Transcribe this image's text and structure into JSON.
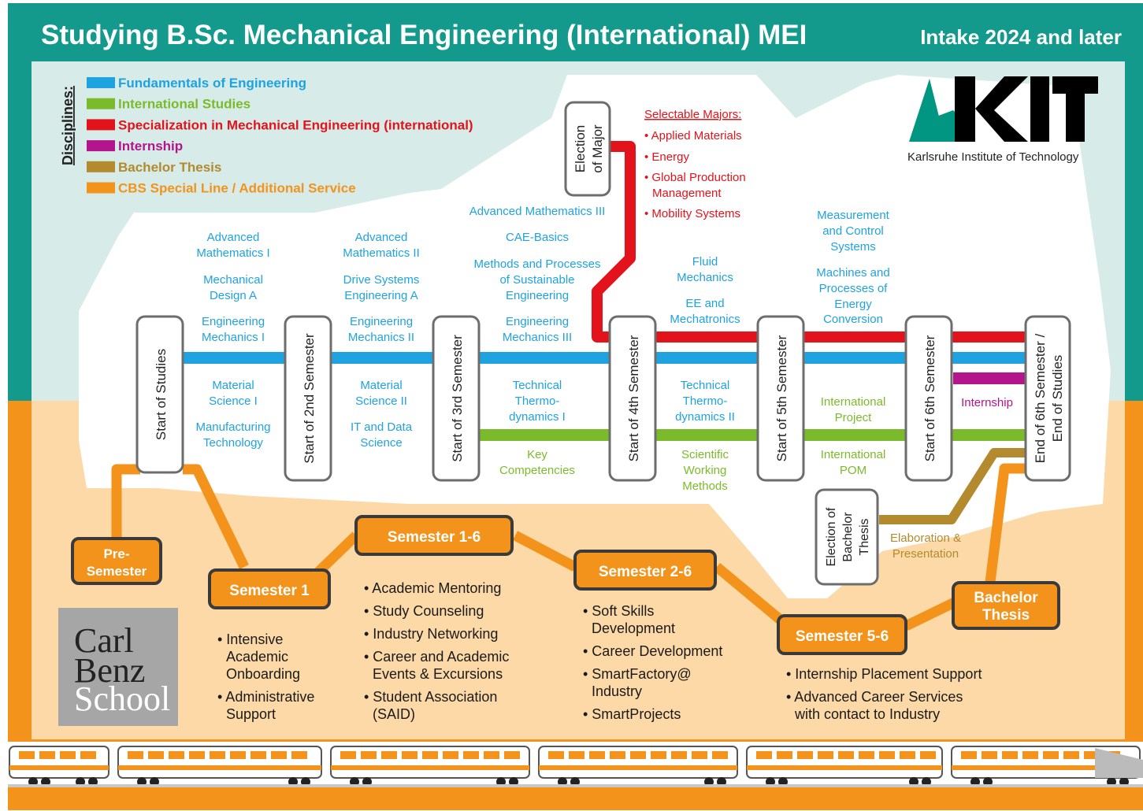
{
  "header": {
    "title": "Studying B.Sc. Mechanical Engineering (International) MEI",
    "intake": "Intake 2024 and later"
  },
  "legend": {
    "heading": "Disciplines:",
    "items": [
      {
        "label": "Fundamentals of Engineering",
        "color": "#1fa3e0"
      },
      {
        "label": "International Studies",
        "color": "#7bbb2b"
      },
      {
        "label": "Specialization in Mechanical Engineering (international)",
        "color": "#e3131b"
      },
      {
        "label": "Internship",
        "color": "#b5158c"
      },
      {
        "label": "Bachelor Thesis",
        "color": "#b38a2d"
      },
      {
        "label": "CBS Special Line / Additional Service",
        "color": "#f3931b"
      }
    ]
  },
  "logo": {
    "text": "KIT",
    "subtitle": "Karlsruhe Institute of Technology",
    "school": [
      "Carl",
      "Benz",
      "School"
    ]
  },
  "stations": {
    "start": "Start of Studies",
    "s2": "Start of 2nd Semester",
    "s3": "Start of 3rd Semester",
    "s4": "Start of 4th Semester",
    "s5": "Start of 5th Semester",
    "s6": "Start of 6th Semester",
    "end1": "End of 6th Semester /",
    "end2": "End of Studies",
    "election_major": [
      "Election",
      "of Major"
    ],
    "election_thesis": [
      "Election of",
      "Bachelor",
      "Thesis"
    ]
  },
  "majors": {
    "heading": "Selectable Majors:",
    "items": [
      "• Applied Materials",
      "• Energy",
      "• Global Production",
      "Management",
      "• Mobility Systems"
    ]
  },
  "courses": {
    "sem1_top": [
      "Advanced",
      "Mathematics I",
      "Mechanical",
      "Design A",
      "Engineering",
      "Mechanics I"
    ],
    "sem1_bottom": [
      "Material",
      "Science I",
      "Manufacturing",
      "Technology"
    ],
    "sem2_top": [
      "Advanced",
      "Mathematics II",
      "Drive Systems",
      "Engineering A",
      "Engineering",
      "Mechanics II"
    ],
    "sem2_bottom": [
      "Material",
      "Science II",
      "IT and Data",
      "Science"
    ],
    "sem3_top": [
      "Advanced Mathematics III",
      "CAE-Basics",
      "Methods and Processes",
      "of Sustainable",
      "Engineering",
      "Engineering",
      "Mechanics III"
    ],
    "sem3_bottom": [
      "Technical",
      "Thermo-",
      "dynamics I"
    ],
    "sem3_green": [
      "Key",
      "Competencies"
    ],
    "sem4_top": [
      "Fluid",
      "Mechanics",
      "EE and",
      "Mechatronics"
    ],
    "sem4_bottom": [
      "Technical",
      "Thermo-",
      "dynamics II"
    ],
    "sem4_green": [
      "Scientific",
      "Working",
      "Methods"
    ],
    "sem5_top": [
      "Measurement",
      "and Control",
      "Systems",
      "Machines and",
      "Processes of",
      "Energy",
      "Conversion"
    ],
    "sem5_green_top": [
      "International",
      "Project"
    ],
    "sem5_green_bottom": [
      "International",
      "POM"
    ],
    "sem6_internship": "Internship",
    "thesis_note": [
      "Elaboration &",
      "Presentation"
    ]
  },
  "cbs": {
    "pre": [
      "Pre-",
      "Semester"
    ],
    "sem1": "Semester 1",
    "sem16": "Semester 1-6",
    "sem26": "Semester 2-6",
    "sem56": "Semester 5-6",
    "thesis": [
      "Bachelor",
      "Thesis"
    ],
    "sem1_items": [
      "• Intensive",
      "Academic",
      "Onboarding",
      "• Administrative",
      "Support"
    ],
    "sem16_items": [
      "• Academic Mentoring",
      "• Study Counseling",
      "• Industry Networking",
      "• Career and Academic",
      "Events & Excursions",
      "• Student Association",
      "(SAID)"
    ],
    "sem26_items": [
      "• Soft Skills",
      "Development",
      "• Career Development",
      "• SmartFactory@",
      "Industry",
      "• SmartProjects"
    ],
    "sem56_items": [
      "• Internship Placement Support",
      "• Advanced Career Services",
      "with contact to Industry"
    ]
  }
}
